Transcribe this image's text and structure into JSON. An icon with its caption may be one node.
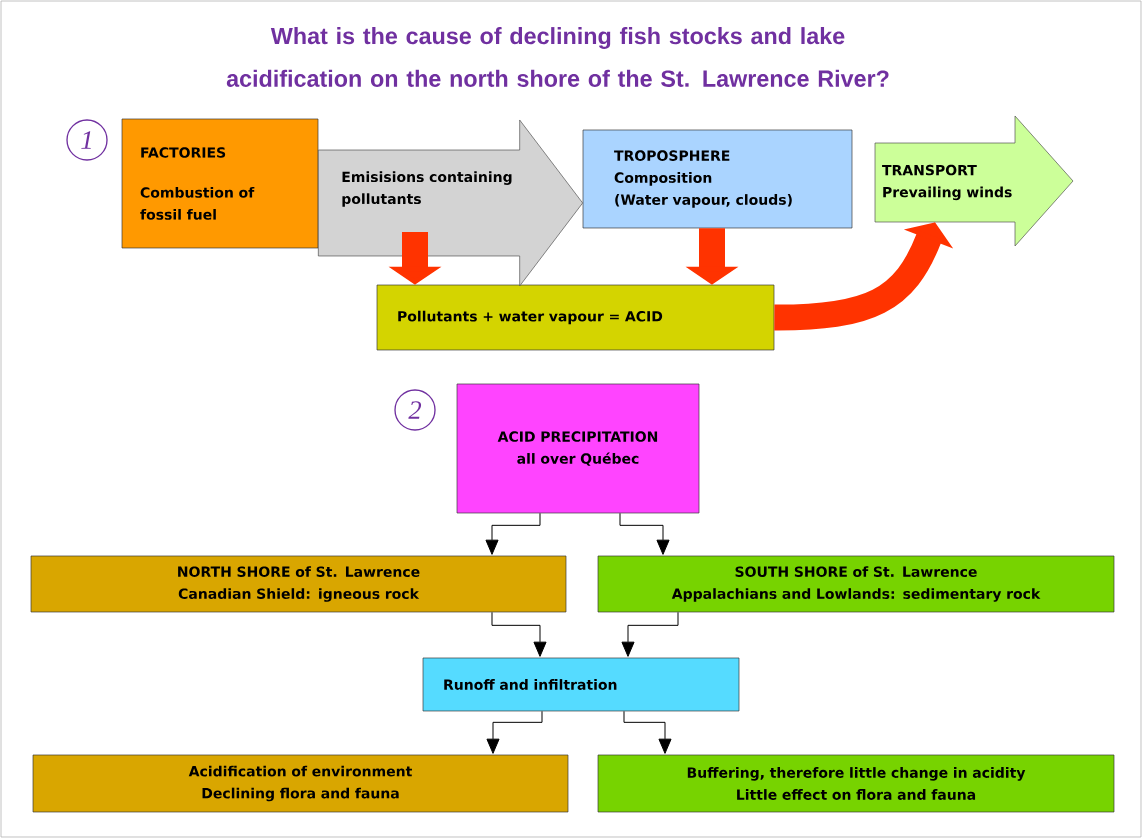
{
  "diagram": {
    "title": "What is the cause of declining fish stocks and lake acidification on the north shore of the St. Lawrence River?",
    "nodes": [
      {
        "text": [
          "FACTORIES",
          "Combustion of fossil fuel"
        ]
      },
      {
        "text": [
          "TROPOSPHERE",
          "Composition",
          "(Water vapour, clouds)"
        ]
      },
      {
        "text": [
          "TRANSPORT",
          "Prevailing winds"
        ]
      },
      {
        "text": [
          "Pollutants + water vapour = ACID"
        ]
      },
      {
        "text": [
          "ACID PRECIPITATION",
          "all over Québec"
        ]
      },
      {
        "text": [
          "NORTH SHORE of St. Lawrence",
          "Canadian Shield: igneous rock"
        ]
      },
      {
        "text": [
          "SOUTH SHORE of St. Lawrence",
          "Appalachians and Lowlands: sedimentary rock"
        ]
      },
      {
        "text": [
          "Runoff and infiltration"
        ]
      },
      {
        "text": [
          "Acidification of environment",
          "Declining flora and fauna"
        ]
      },
      {
        "text": [
          "Buffering, therefore little change in acidity",
          "Little effect on flora and fauna"
        ]
      }
    ],
    "edges": [
      {
        "from": 0,
        "to": 1,
        "arrow": "to",
        "label": "Emisisions containing pollutants",
        "style": "thick",
        "color": "#d3d3d3"
      },
      {
        "from": null,
        "to": 3,
        "arrow": "to",
        "style": "thick",
        "color": "#ff3300"
      },
      {
        "from": 1,
        "to": 3,
        "arrow": "to",
        "style": "thick",
        "color": "#ff3300"
      },
      {
        "from": 3,
        "to": 2,
        "arrow": "to",
        "style": "thick",
        "color": "#ff3300"
      },
      {
        "from": 4,
        "to": 5,
        "arrow": "to"
      },
      {
        "from": 4,
        "to": 6,
        "arrow": "to"
      },
      {
        "from": 5,
        "to": 7,
        "arrow": "to"
      },
      {
        "from": 6,
        "to": 7,
        "arrow": "to"
      },
      {
        "from": 7,
        "to": 8,
        "arrow": "to"
      },
      {
        "from": 7,
        "to": 9,
        "arrow": "to"
      }
    ],
    "labels": [
      "1",
      "2"
    ]
  }
}
